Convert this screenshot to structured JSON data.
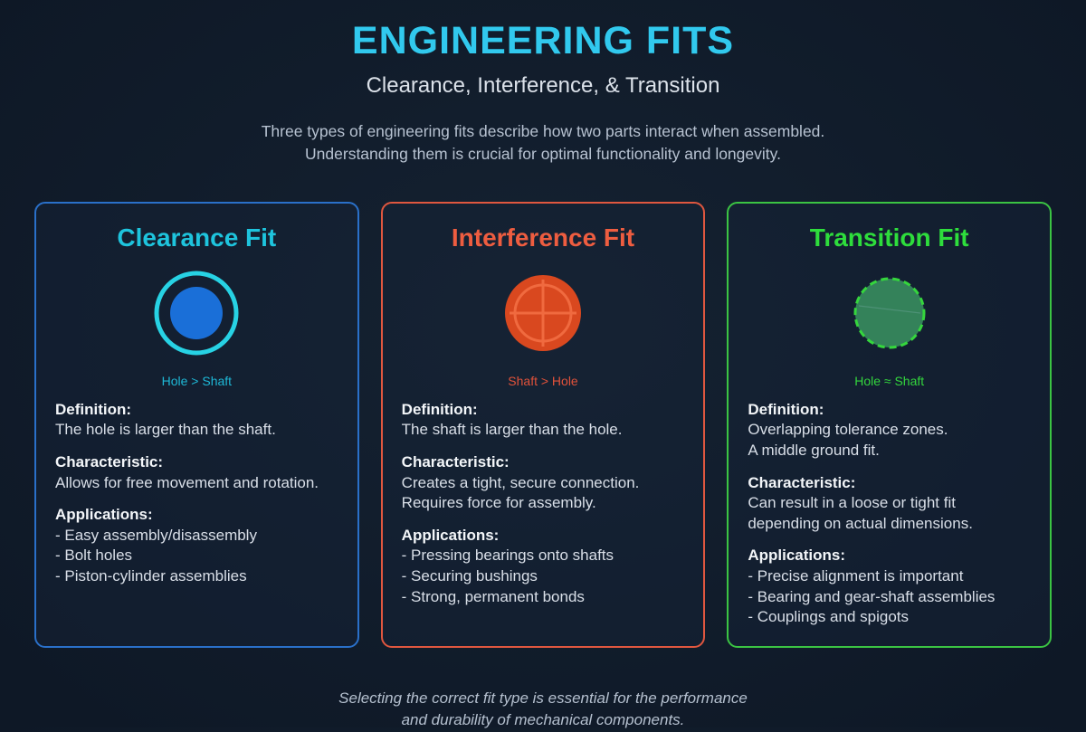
{
  "header": {
    "title": "ENGINEERING FITS",
    "subtitle": "Clearance, Interference, & Transition",
    "intro": [
      "Three types of engineering fits describe how two parts interact when assembled.",
      "Understanding them is crucial for optimal functionality and longevity."
    ]
  },
  "cards": [
    {
      "title": "Clearance Fit",
      "relation": "Hole > Shaft",
      "icon": "clearance-fit-icon",
      "colors": {
        "border": "#2a70c9",
        "title": "#1ec4dd",
        "caption": "#1eb8d6",
        "icon1": "#27d2e4",
        "icon2": "#1a6fd8"
      },
      "sections": {
        "definition": {
          "label": "Definition:",
          "lines": [
            "The hole is larger than the shaft."
          ]
        },
        "characteristic": {
          "label": "Characteristic:",
          "lines": [
            "Allows for free movement and rotation."
          ]
        },
        "applications": {
          "label": "Applications:",
          "lines": [
            "- Easy assembly/disassembly",
            "- Bolt holes",
            "- Piston-cylinder assemblies"
          ]
        }
      }
    },
    {
      "title": "Interference Fit",
      "relation": "Shaft > Hole",
      "icon": "interference-fit-icon",
      "colors": {
        "border": "#e0573f",
        "title": "#ee5d40",
        "caption": "#e1523a",
        "icon1": "#d9481f",
        "icon2": "#f06a3f"
      },
      "sections": {
        "definition": {
          "label": "Definition:",
          "lines": [
            "The shaft is larger than the hole."
          ]
        },
        "characteristic": {
          "label": "Characteristic:",
          "lines": [
            "Creates a tight, secure connection.",
            "Requires force for assembly."
          ]
        },
        "applications": {
          "label": "Applications:",
          "lines": [
            "- Pressing bearings onto shafts",
            "- Securing bushings",
            "- Strong, permanent bonds"
          ]
        }
      }
    },
    {
      "title": "Transition Fit",
      "relation": "Hole ≈ Shaft",
      "icon": "transition-fit-icon",
      "colors": {
        "border": "#3bc443",
        "title": "#2edd3c",
        "caption": "#33d53d",
        "icon1": "#34825a",
        "icon2": "#35d63d"
      },
      "sections": {
        "definition": {
          "label": "Definition:",
          "lines": [
            "Overlapping tolerance zones.",
            "A middle ground fit."
          ]
        },
        "characteristic": {
          "label": "Characteristic:",
          "lines": [
            "Can result in a loose or tight fit",
            "depending on actual dimensions."
          ]
        },
        "applications": {
          "label": "Applications:",
          "lines": [
            "- Precise alignment is important",
            "- Bearing and gear-shaft assemblies",
            "- Couplings and spigots"
          ]
        }
      }
    }
  ],
  "footer": {
    "lines": [
      "Selecting the correct fit type is essential for the performance",
      "and durability of mechanical components."
    ]
  }
}
